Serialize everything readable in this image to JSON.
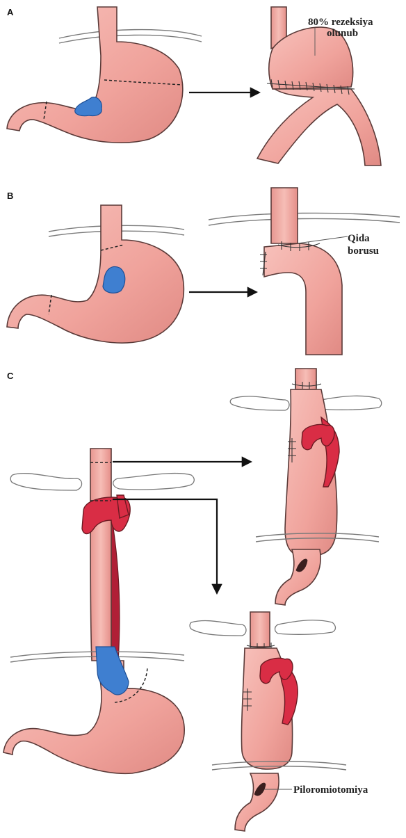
{
  "panels": {
    "a": {
      "label": "A",
      "annotation_line1": "80% rezeksiya",
      "annotation_line2": "olunub"
    },
    "b": {
      "label": "B",
      "annotation_line1": "Qida",
      "annotation_line2": "borusu"
    },
    "c": {
      "label": "C",
      "annotation": "Piloromiotomiya"
    }
  },
  "colors": {
    "stomach": "#f2a6a0",
    "tumor": "#3f7fd0",
    "aorta": "#d92d45",
    "outline": "#5a3a38"
  }
}
